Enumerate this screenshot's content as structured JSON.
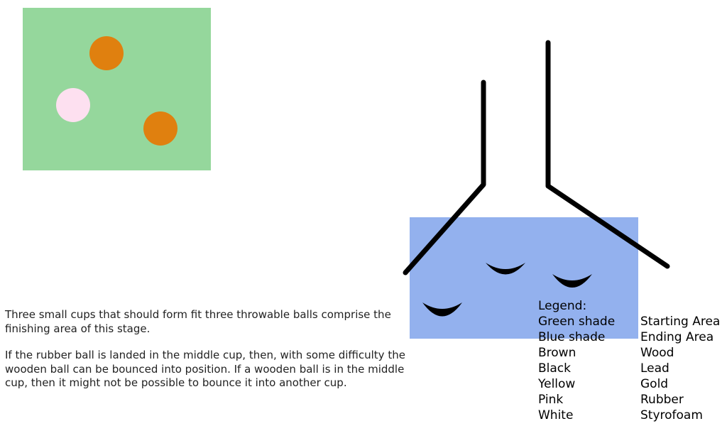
{
  "colors": {
    "start_area": "#95d79c",
    "end_area": "#93b1ee",
    "wood_ball": "#e0800f",
    "rubber_ball": "#fde0f0",
    "ramp": "#000000",
    "cup": "#000000"
  },
  "description": {
    "paragraph1": "Three small cups that should form fit three throwable balls comprise the finishing area of this stage.",
    "paragraph2": "If the rubber ball is landed in the middle cup, then, with some difficulty the wooden ball can be bounced into position. If a wooden ball is in the middle cup, then it might not be possible to bounce it into another cup."
  },
  "legend": {
    "title": "Legend:",
    "entries": [
      {
        "key": "Green shade",
        "value": "Starting Area"
      },
      {
        "key": "Blue shade",
        "value": "Ending Area"
      },
      {
        "key": "Brown",
        "value": "Wood"
      },
      {
        "key": "Black",
        "value": "Lead"
      },
      {
        "key": "Yellow",
        "value": "Gold"
      },
      {
        "key": "Pink",
        "value": "Rubber"
      },
      {
        "key": "White",
        "value": "Styrofoam"
      }
    ]
  }
}
